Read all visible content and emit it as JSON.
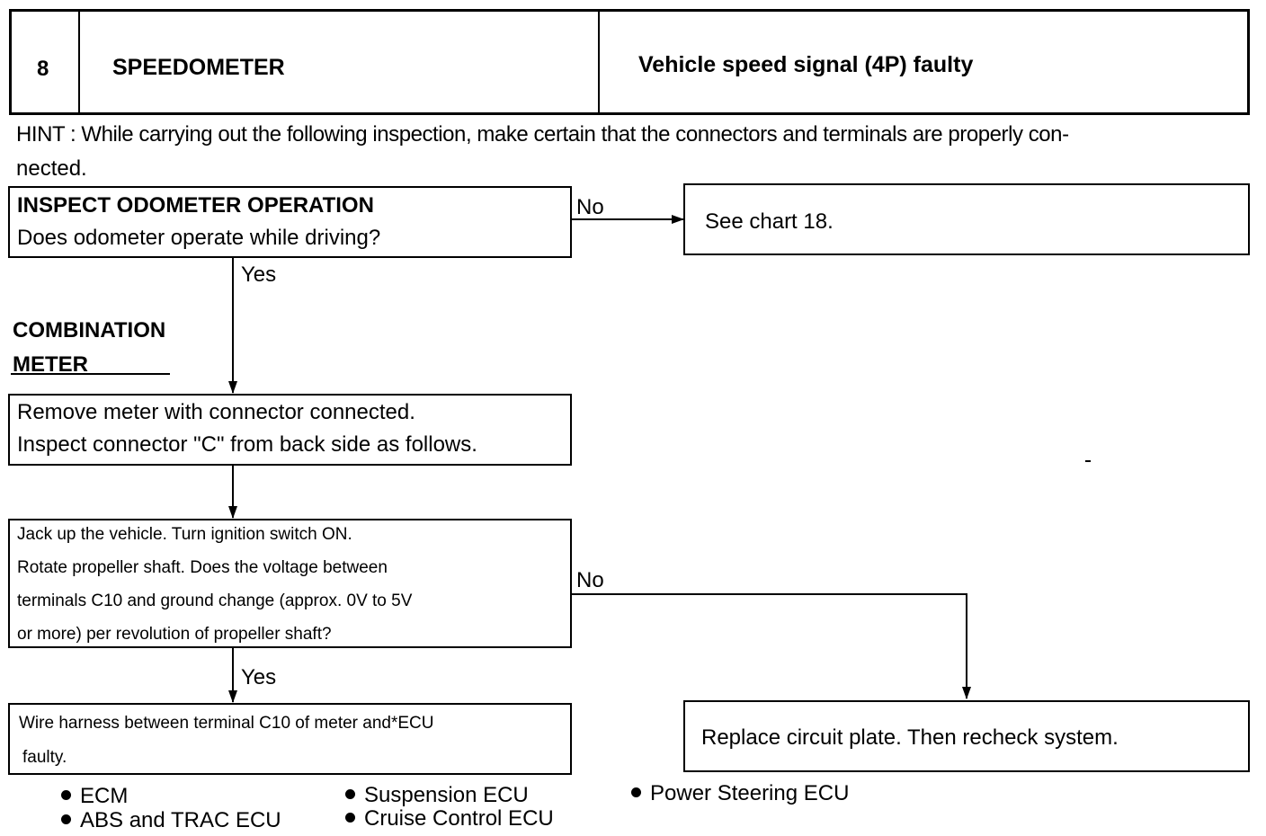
{
  "header": {
    "number": "8",
    "title": "SPEEDOMETER",
    "fault": "Vehicle speed signal (4P) faulty"
  },
  "hint": {
    "line1": "HINT : While carrying out the following inspection, make certain that the connectors and terminals are properly con-",
    "line2": "nected."
  },
  "step1": {
    "title": "INSPECT ODOMETER OPERATION",
    "question": "Does odometer operate while driving?"
  },
  "step1_no": {
    "label": "No",
    "result": "See chart 18."
  },
  "step1_yes": {
    "label": "Yes"
  },
  "section_label": {
    "line1": "COMBINATION",
    "line2": "METER"
  },
  "step2": {
    "line1": "Remove meter with connector connected.",
    "line2": "Inspect connector \"C\" from back side as follows."
  },
  "step3": {
    "line1": "Jack up the vehicle. Turn ignition switch ON.",
    "line2": "Rotate propeller shaft. Does the voltage between",
    "line3": "terminals C10 and ground change (approx. 0V to 5V",
    "line4": "or more) per revolution of propeller shaft?"
  },
  "step3_no": {
    "label": "No",
    "result": "Replace circuit plate. Then recheck system."
  },
  "step3_yes": {
    "label": "Yes",
    "result_line1": "Wire harness between terminal C10 of meter and*ECU",
    "result_line2": "faulty."
  },
  "ecu_list": {
    "items": [
      "ECM",
      "ABS and TRAC ECU",
      "Suspension ECU",
      "Cruise Control ECU",
      "Power Steering ECU"
    ]
  }
}
